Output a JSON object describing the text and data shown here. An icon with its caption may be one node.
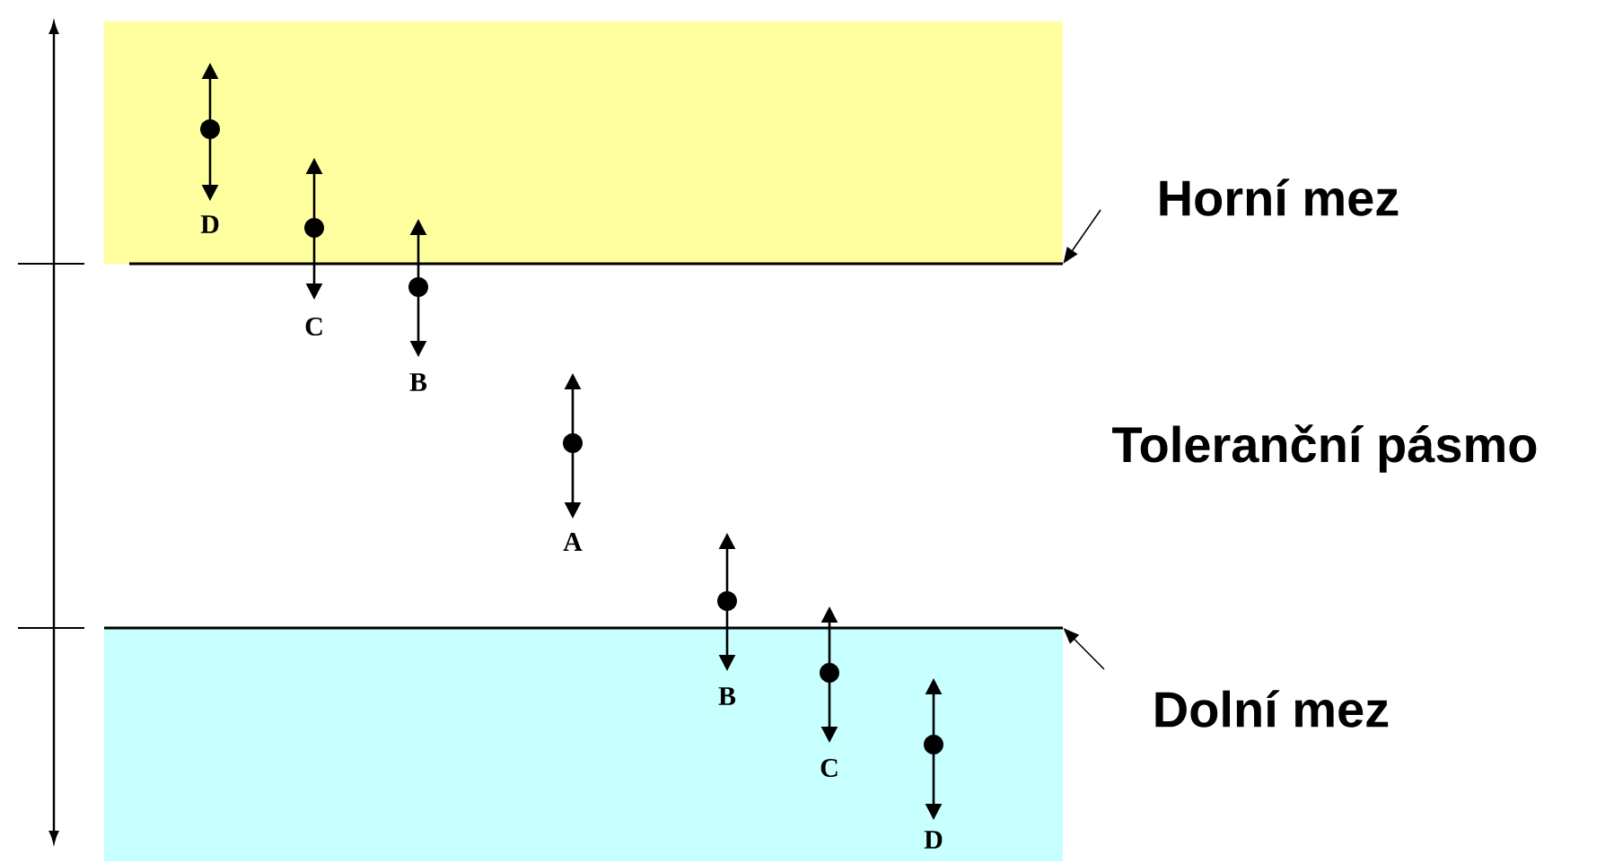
{
  "diagram": {
    "nodes": [
      {
        "text": [
          "Horní mez"
        ]
      },
      {
        "text": [],
        "shape": "line"
      },
      {
        "text": [
          "Dolní mez"
        ]
      },
      {
        "text": [],
        "shape": "line"
      }
    ],
    "edges": [
      {
        "from": 0,
        "to": 1,
        "arrow": "to"
      },
      {
        "from": 2,
        "to": 3,
        "arrow": "to"
      }
    ],
    "labels": [
      "D",
      "C",
      "B",
      "Toleranční pásmo",
      "A",
      "B",
      "C",
      "D"
    ]
  }
}
